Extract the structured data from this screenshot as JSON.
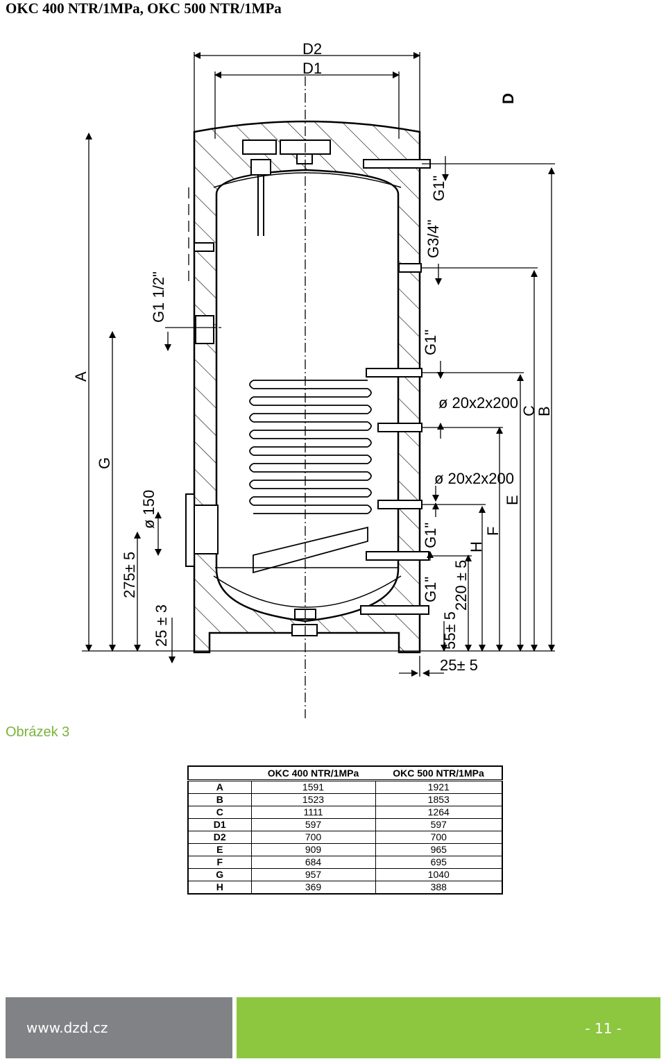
{
  "page": {
    "title": "OKC 400 NTR/1MPa, OKC 500 NTR/1MPa"
  },
  "drawing": {
    "labels": {
      "d2": "D2",
      "d1": "D1",
      "a": "A",
      "b": "B",
      "c": "C",
      "e": "E",
      "f": "F",
      "g": "G",
      "h": "H",
      "g1_half": "G1 1/2\"",
      "g1_top": "G1\"",
      "g3_4": "G3/4\"",
      "g1_upper": "G1\"",
      "dia_upper": "ø 20x2x200",
      "dia_lower": "ø 20x2x200",
      "g1_lower": "G1\"",
      "g1_bottom": "G1\"",
      "phi150": "ø 150",
      "dim275": "275± 5",
      "dim25_3": "25 ± 3",
      "dim220": "220 ± 5",
      "dim55": "55± 5",
      "dim25_5": "25± 5",
      "dim_d": "D"
    }
  },
  "caption": "Obrázek 3",
  "table": {
    "headers": [
      "",
      "OKC 400 NTR/1MPa",
      "OKC 500 NTR/1MPa"
    ],
    "rows": [
      [
        "A",
        "1591",
        "1921"
      ],
      [
        "B",
        "1523",
        "1853"
      ],
      [
        "C",
        "1111",
        "1264"
      ],
      [
        "D1",
        "597",
        "597"
      ],
      [
        "D2",
        "700",
        "700"
      ],
      [
        "E",
        "909",
        "965"
      ],
      [
        "F",
        "684",
        "695"
      ],
      [
        "G",
        "957",
        "1040"
      ],
      [
        "H",
        "369",
        "388"
      ]
    ]
  },
  "footer": {
    "url": "www.dzd.cz",
    "page": "- 11 -"
  },
  "colors": {
    "caption": "#78b33a",
    "footer_left": "#808285",
    "footer_right": "#8dc63f"
  }
}
